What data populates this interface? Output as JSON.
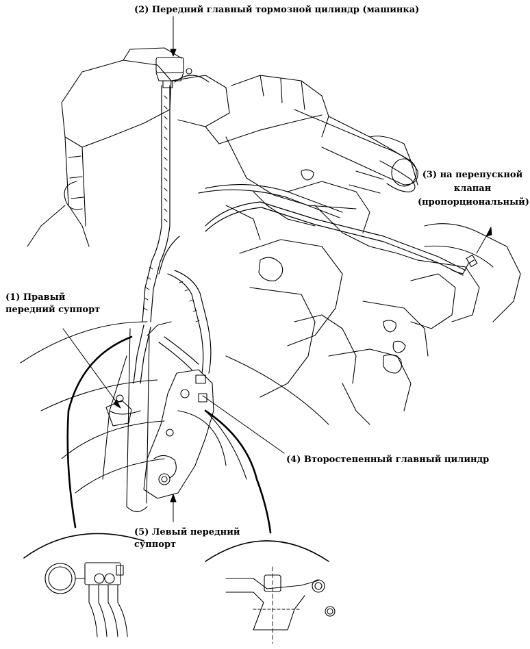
{
  "labels": {
    "front_master_cylinder": "(2) Передний главный тормозной цилиндр (машинка)",
    "to_valve_line1": "(3) на перепускной",
    "to_valve_line2": "клапан",
    "to_valve_line3": "(пропорциональный)",
    "right_caliper_line1": "(1) Правый",
    "right_caliper_line2": "передний суппорт",
    "secondary_master_cylinder": "(4) Второстепенный главный цилиндр",
    "left_caliper_line1": "(5) Левый передний",
    "left_caliper_line2": "суппорт"
  }
}
